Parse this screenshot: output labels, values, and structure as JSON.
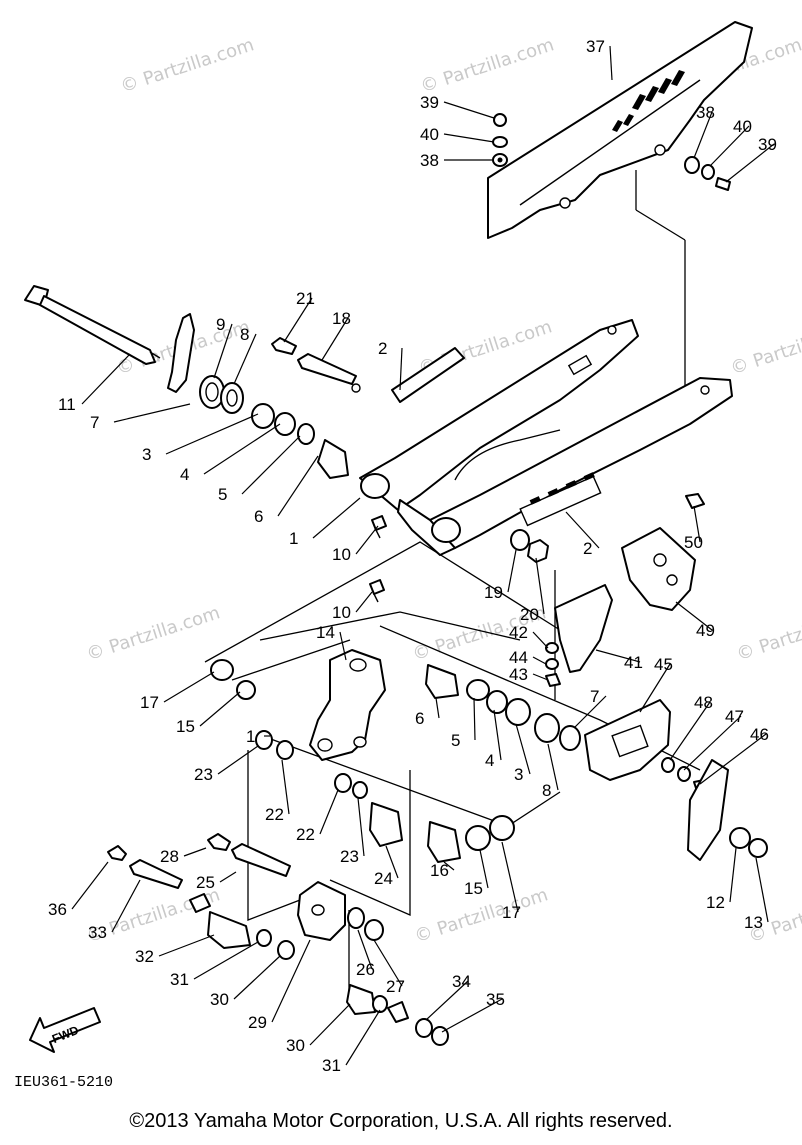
{
  "diagram": {
    "reference_code": "IEU361-5210",
    "copyright": "©2013 Yamaha Motor Corporation, U.S.A. All rights reserved.",
    "watermark": "© Partzilla.com",
    "direction_label": "FWD",
    "callouts": [
      "37",
      "39",
      "40",
      "38",
      "38",
      "40",
      "39",
      "11",
      "9",
      "8",
      "21",
      "18",
      "2",
      "7",
      "3",
      "4",
      "5",
      "6",
      "1",
      "10",
      "19",
      "20",
      "2",
      "50",
      "10",
      "42",
      "44",
      "43",
      "49",
      "41",
      "14",
      "17",
      "15",
      "6",
      "5",
      "4",
      "3",
      "45",
      "7",
      "48",
      "47",
      "46",
      "1",
      "23",
      "22",
      "8",
      "22",
      "23",
      "24",
      "16",
      "15",
      "17",
      "12",
      "13",
      "28",
      "25",
      "36",
      "33",
      "32",
      "31",
      "30",
      "26",
      "27",
      "29",
      "34",
      "35",
      "30",
      "31"
    ]
  }
}
